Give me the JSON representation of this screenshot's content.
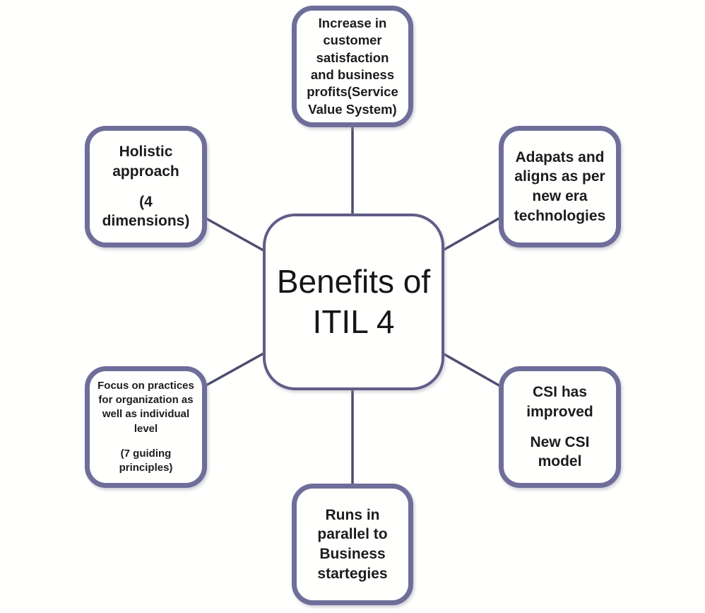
{
  "diagram": {
    "title": "Benefits of ITIL 4",
    "colors": {
      "connector": "#4d4d70",
      "node_border": "#6f6d99",
      "center_border": "#605e87",
      "text": "#1c1c1c",
      "background": "#fffffd"
    },
    "center": {
      "title": "Benefits of ITIL 4"
    },
    "nodes": {
      "top_center": {
        "text": "Increase in customer satisfaction and business profits(Service Value System)"
      },
      "top_left": {
        "line1": "Holistic approach",
        "line2": "(4 dimensions)"
      },
      "top_right": {
        "text": "Adapats and aligns as per new era technologies"
      },
      "bottom_left": {
        "line1": "Focus on practices for organization as well as individual level",
        "line2": "(7 guiding principles)"
      },
      "bottom_right": {
        "line1": "CSI has improved",
        "line2": "New CSI model"
      },
      "bottom_center": {
        "text": "Runs in parallel to Business startegies"
      }
    }
  }
}
